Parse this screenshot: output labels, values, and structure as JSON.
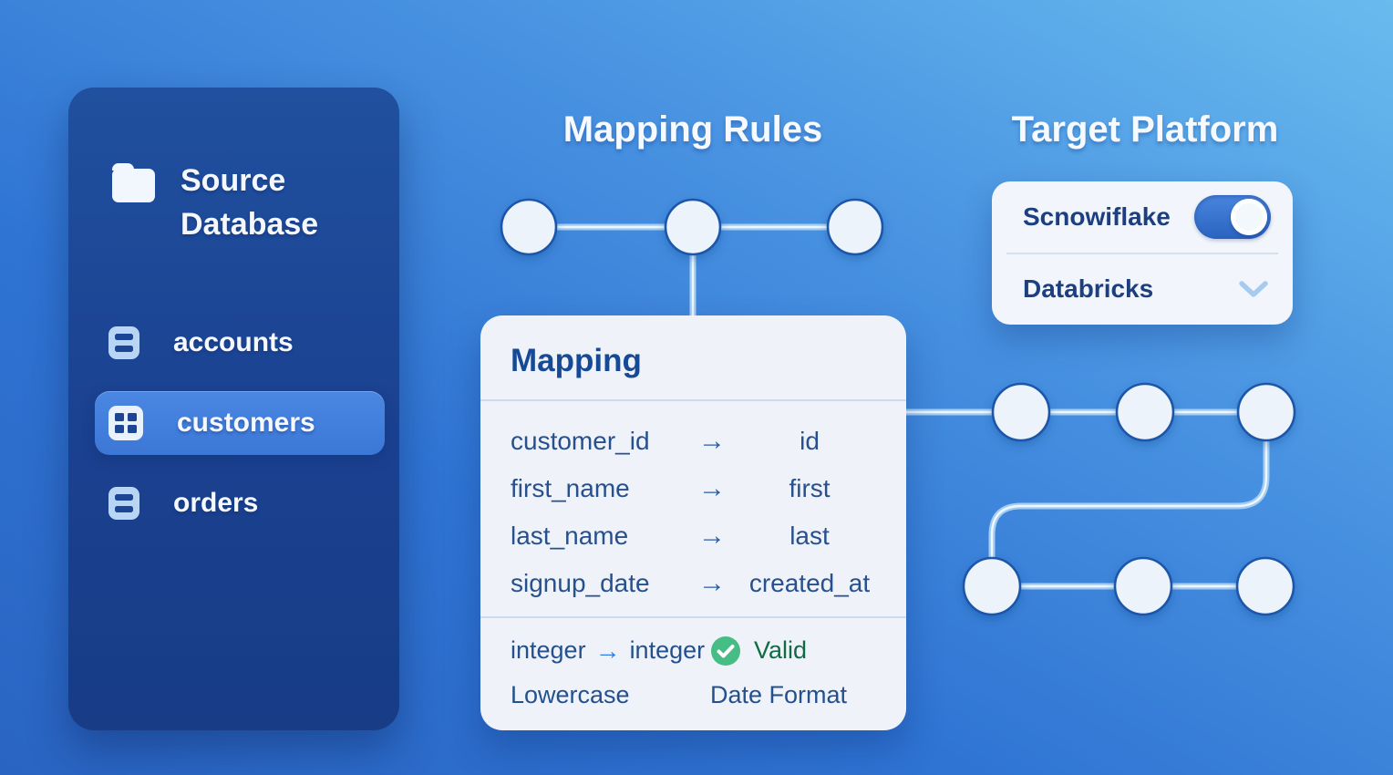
{
  "sidebar": {
    "title": "Source Database",
    "items": [
      {
        "label": "accounts",
        "icon": "table-rows-icon",
        "active": false
      },
      {
        "label": "customers",
        "icon": "table-grid-icon",
        "active": true
      },
      {
        "label": "orders",
        "icon": "table-rows-icon",
        "active": false
      }
    ]
  },
  "mapping_rules": {
    "title": "Mapping Rules",
    "card": {
      "title": "Mapping",
      "rows": [
        {
          "source": "customer_id",
          "arrow": "→",
          "target": "id"
        },
        {
          "source": "first_name",
          "arrow": "→",
          "target": "first"
        },
        {
          "source": "last_name",
          "arrow": "→",
          "target": "last"
        },
        {
          "source": "signup_date",
          "arrow": "→",
          "target": "created_at"
        }
      ],
      "footer": {
        "type_from": "integer",
        "type_arrow": "→",
        "type_to": "integer",
        "status": "Valid",
        "transform_1": "Lowercase",
        "transform_2": "Date Format"
      }
    }
  },
  "target_platform": {
    "title": "Target Platform",
    "options": [
      {
        "label": "Scnowiflake",
        "control": "toggle",
        "state": "on"
      },
      {
        "label": "Databricks",
        "control": "dropdown"
      }
    ]
  },
  "colors": {
    "background_top_right": "#69bbee",
    "background_bottom_left": "#2a64c2",
    "sidebar": "#1a4190",
    "sidebar_active_item": "#4a87e2",
    "card_background": "#eff3f9",
    "text_navy": "#27508f",
    "accent_blue": "#2f7de2",
    "valid_green": "#3cb878",
    "valid_text_green": "#0f6b43",
    "node_fill": "#edf3fb",
    "node_border": "#1e56aa"
  }
}
